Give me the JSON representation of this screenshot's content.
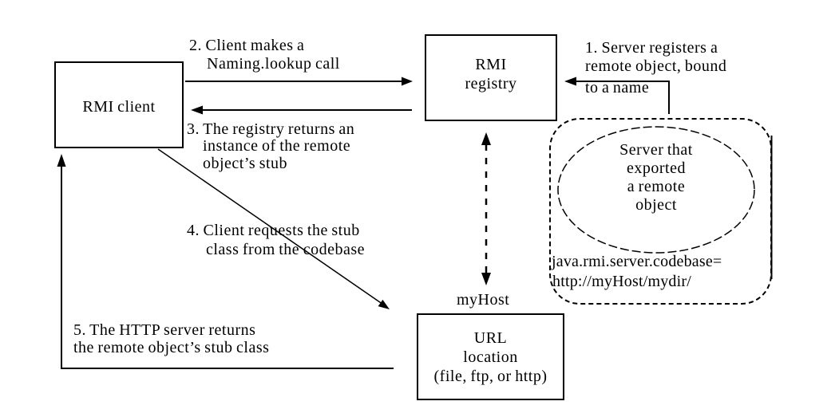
{
  "diagram": {
    "title_hint": "RMI registry / codebase interaction diagram",
    "colors": {
      "ink": "#000000",
      "background": "#ffffff"
    }
  },
  "nodes": {
    "client": {
      "label": "RMI client"
    },
    "registry": {
      "line1": "RMI",
      "line2": "registry"
    },
    "url": {
      "line1": "URL",
      "line2": "location",
      "line3": "(file, ftp, or http)",
      "host_label": "myHost"
    },
    "server": {
      "line1": "Server that",
      "line2": "exported",
      "line3": "a remote",
      "line4": "object"
    },
    "codebase": {
      "line1": "java.rmi.server.codebase=",
      "line2": "http://myHost/mydir/"
    }
  },
  "steps": {
    "s1": {
      "line1": "1. Server registers a",
      "line2": "remote object, bound",
      "line3": "to a name"
    },
    "s2": {
      "line1": "2. Client makes a",
      "line2": "Naming.lookup call"
    },
    "s3": {
      "line1": "3. The registry returns an",
      "line2": "instance of the remote",
      "line3": "object’s stub"
    },
    "s4": {
      "line1": "4. Client requests the stub",
      "line2": "class from the codebase"
    },
    "s5": {
      "line1": "5. The HTTP server returns",
      "line2": "the remote object’s stub class"
    }
  }
}
